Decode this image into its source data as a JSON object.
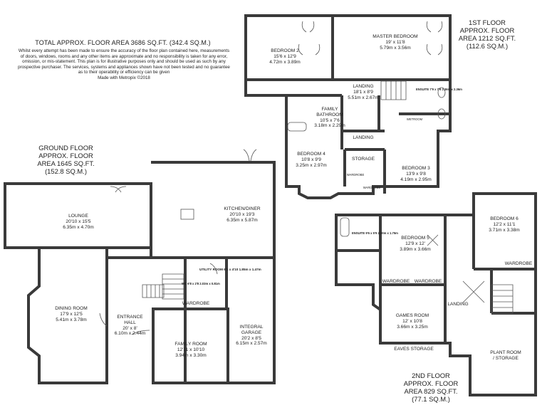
{
  "header": {
    "total_area": "TOTAL APPROX. FLOOR AREA 3686 SQ.FT. (342.4 SQ.M.)",
    "disclaimer": [
      "Whilst every attempt has been made to ensure the accuracy of the floor plan contained here, measurements",
      "of doors, windows, rooms and any other items are approximate and no responsibility is taken for any error,",
      "omission, or mis-statement. This plan is for illustrative purposes only and should be used as such by any",
      "prospective purchaser. The services, systems and appliances shown have not been tested and no guarantee",
      "as to their operability or efficiency can be given",
      "Made with Metropix ©2018"
    ]
  },
  "floors": {
    "ground": {
      "lines": [
        "GROUND FLOOR",
        "APPROX. FLOOR",
        "AREA 1645 SQ.FT.",
        "(152.8 SQ.M.)"
      ]
    },
    "first": {
      "lines": [
        "1ST FLOOR",
        "APPROX. FLOOR",
        "AREA 1212 SQ.FT.",
        "(112.6 SQ.M.)"
      ]
    },
    "second": {
      "lines": [
        "2ND FLOOR",
        "APPROX. FLOOR",
        "AREA 829 SQ.FT.",
        "(77.1 SQ.M.)"
      ]
    }
  },
  "rooms": {
    "lounge": [
      "LOUNGE",
      "20'10 x 15'5",
      "6.35m x 4.70m"
    ],
    "kitchen": [
      "KITCHEN/DINER",
      "20'10 x 19'3",
      "6.35m x 5.87m"
    ],
    "dining": [
      "DINING ROOM",
      "17'9 x 12'5",
      "5.41m x 3.78m"
    ],
    "hall": [
      "ENTRANCE",
      "HALL",
      "20' x 8'",
      "6.10m x 2.44m"
    ],
    "utility": [
      "UTILITY",
      "ROOM",
      "6'1 x 4'10",
      "1.85m x 1.47m"
    ],
    "wc": [
      "WC",
      "6'8 x 2'8",
      "2.03m x 0.81m"
    ],
    "gf_wardrobe": "WARDROBE",
    "family_room": [
      "FAMILY ROOM",
      "12'11 x 10'10",
      "3.94m x 3.30m"
    ],
    "garage": [
      "INTEGRAL",
      "GARAGE",
      "20'2 x 8'5",
      "6.15m x 2.57m"
    ],
    "bedroom2": [
      "BEDROOM 2",
      "15'6 x 12'9",
      "4.72m x 3.89m"
    ],
    "master": [
      "MASTER BEDROOM",
      "19' x 11'8",
      "5.79m x 3.56m"
    ],
    "landing1": [
      "LANDING",
      "18'1 x 8'9",
      "5.51m x 2.67m"
    ],
    "ensuite1": [
      "ENSUITE",
      "7'9 x 7'9",
      "2.36m x 2.36m"
    ],
    "family_bath": [
      "FAMILY",
      "BATHROOM",
      "10'5 x 7'6",
      "3.18m x 2.29m"
    ],
    "wetroom": "WETROOM",
    "landing1b": "LANDING",
    "storage": "STORAGE",
    "bedroom4": [
      "BEDROOM 4",
      "10'8 x 9'9",
      "3.25m x 2.97m"
    ],
    "wardrobe_a": "WARDROBE",
    "wardrobe_b": "WARDROBE",
    "bedroom3": [
      "BEDROOM 3",
      "13'9 x 9'8",
      "4.19m x 2.95m"
    ],
    "ensuite2": [
      "ENSUITE",
      "9'6 x 5'9",
      "2.90m x 1.75m"
    ],
    "bedroom5": [
      "BEDROOM 5",
      "12'9 x 12'",
      "3.89m x 3.66m"
    ],
    "bedroom6": [
      "BEDROOM 6",
      "12'2 x 11'1",
      "3.71m x 3.38m"
    ],
    "wardrobe_c": "WARDROBE",
    "wardrobe_d": "WARDROBE",
    "wardrobe_e": "WARDROBE",
    "landing2": "LANDING",
    "games": [
      "GAMES ROOM",
      "12' x 10'8",
      "3.66m x 3.25m"
    ],
    "eaves": "EAVES STORAGE",
    "plant": [
      "PLANT ROOM",
      "/ STORAGE"
    ]
  }
}
